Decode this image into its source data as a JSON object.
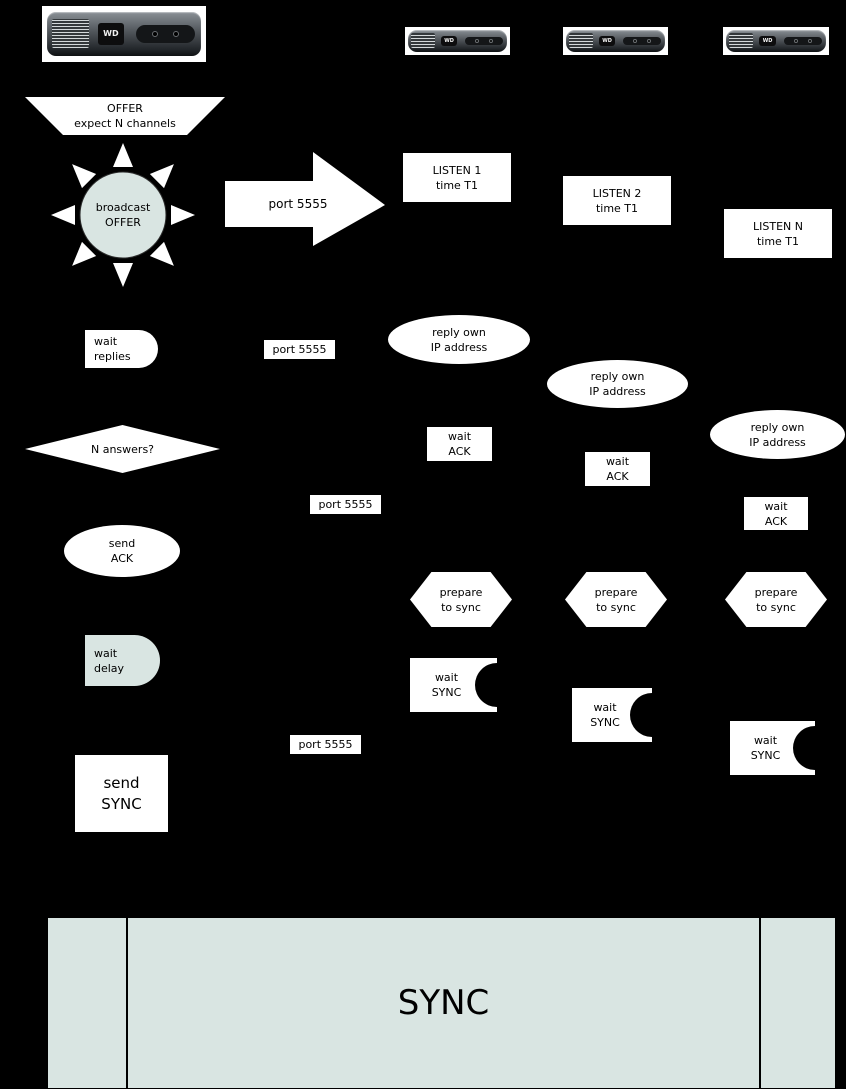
{
  "colors": {
    "background": "#000000",
    "shape_fill": "#ffffff",
    "accent": "#d9e5e2",
    "text": "#000000"
  },
  "devices": {
    "logo": "WD"
  },
  "offer_banner": {
    "line1": "OFFER",
    "line2": "expect N channels"
  },
  "broadcast_node": {
    "line1": "broadcast",
    "line2": "OFFER"
  },
  "port_labels": {
    "arrow": "port 5555",
    "reply": "port 5555",
    "ack": "port 5555",
    "sync": "port 5555"
  },
  "listen_nodes": [
    {
      "line1": "LISTEN 1",
      "line2": "time T1"
    },
    {
      "line1": "LISTEN 2",
      "line2": "time T1"
    },
    {
      "line1": "LISTEN N",
      "line2": "time T1"
    }
  ],
  "wait_replies": {
    "line1": "wait",
    "line2": "replies"
  },
  "reply_nodes": [
    {
      "line1": "reply own",
      "line2": "IP address"
    },
    {
      "line1": "reply own",
      "line2": "IP address"
    },
    {
      "line1": "reply own",
      "line2": "IP address"
    }
  ],
  "decision": {
    "label": "N answers?"
  },
  "wait_ack_nodes": [
    {
      "line1": "wait",
      "line2": "ACK"
    },
    {
      "line1": "wait",
      "line2": "ACK"
    },
    {
      "line1": "wait",
      "line2": "ACK"
    }
  ],
  "send_ack": {
    "line1": "send",
    "line2": "ACK"
  },
  "prepare_nodes": [
    {
      "line1": "prepare",
      "line2": "to sync"
    },
    {
      "line1": "prepare",
      "line2": "to sync"
    },
    {
      "line1": "prepare",
      "line2": "to sync"
    }
  ],
  "wait_delay": {
    "line1": "wait",
    "line2": "delay"
  },
  "wait_sync_nodes": [
    {
      "line1": "wait",
      "line2": "SYNC"
    },
    {
      "line1": "wait",
      "line2": "SYNC"
    },
    {
      "line1": "wait",
      "line2": "SYNC"
    }
  ],
  "send_sync": {
    "line1": "send",
    "line2": "SYNC"
  },
  "sync_bar": {
    "label": "SYNC"
  }
}
